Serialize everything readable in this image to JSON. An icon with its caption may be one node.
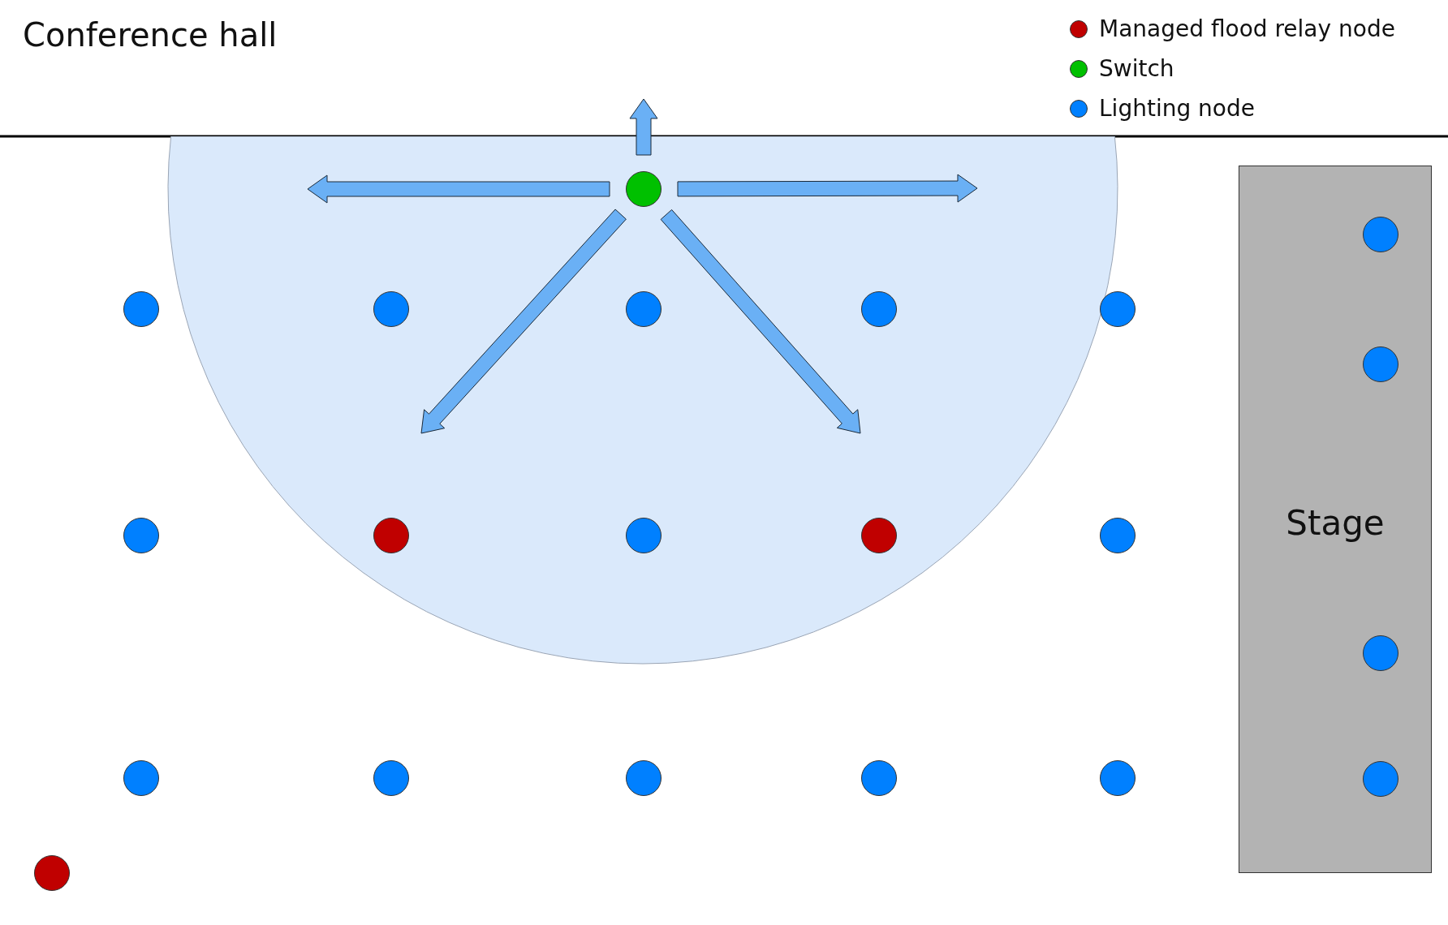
{
  "diagram": {
    "title": "Conference hall",
    "nodes": [
      {
        "text": [],
        "shape": "semicircle"
      },
      {
        "text": [],
        "shape": "circle",
        "in": 0
      },
      {
        "text": [
          "Stage"
        ]
      },
      {
        "text": [],
        "shape": "circle",
        "in": 2
      },
      {
        "text": [],
        "shape": "circle"
      },
      {
        "text": [],
        "shape": "circle",
        "in": 0
      },
      {
        "text": [],
        "shape": "circle",
        "in": 0
      },
      {
        "text": [],
        "shape": "circle",
        "in": 0
      },
      {
        "text": [],
        "shape": "circle"
      },
      {
        "text": [],
        "shape": "circle",
        "in": 2
      },
      {
        "text": [],
        "shape": "circle"
      },
      {
        "text": [],
        "shape": "circle",
        "in": 0
      },
      {
        "text": [],
        "shape": "circle",
        "in": 0
      },
      {
        "text": [],
        "shape": "circle",
        "in": 0
      },
      {
        "text": [],
        "shape": "circle"
      },
      {
        "text": [],
        "shape": "circle",
        "in": 2
      },
      {
        "text": [],
        "shape": "circle"
      },
      {
        "text": [],
        "shape": "circle"
      },
      {
        "text": [],
        "shape": "circle"
      },
      {
        "text": [],
        "shape": "circle"
      },
      {
        "text": [],
        "shape": "circle"
      },
      {
        "text": [],
        "shape": "circle",
        "in": 2
      },
      {
        "text": [],
        "shape": "circle"
      }
    ],
    "edges": [
      {
        "from": 1,
        "to": null,
        "arrow": "to"
      },
      {
        "from": 1,
        "to": null,
        "arrow": "to"
      },
      {
        "from": 1,
        "to": null,
        "arrow": "to"
      },
      {
        "from": 1,
        "to": null,
        "arrow": "to"
      },
      {
        "from": 1,
        "to": null,
        "arrow": "to"
      }
    ],
    "legend": [
      {
        "text": "Managed flood relay node",
        "color": "#c00000"
      },
      {
        "text": "Switch",
        "color": "#00c000"
      },
      {
        "text": "Lighting node",
        "color": "#0080ff"
      }
    ]
  }
}
